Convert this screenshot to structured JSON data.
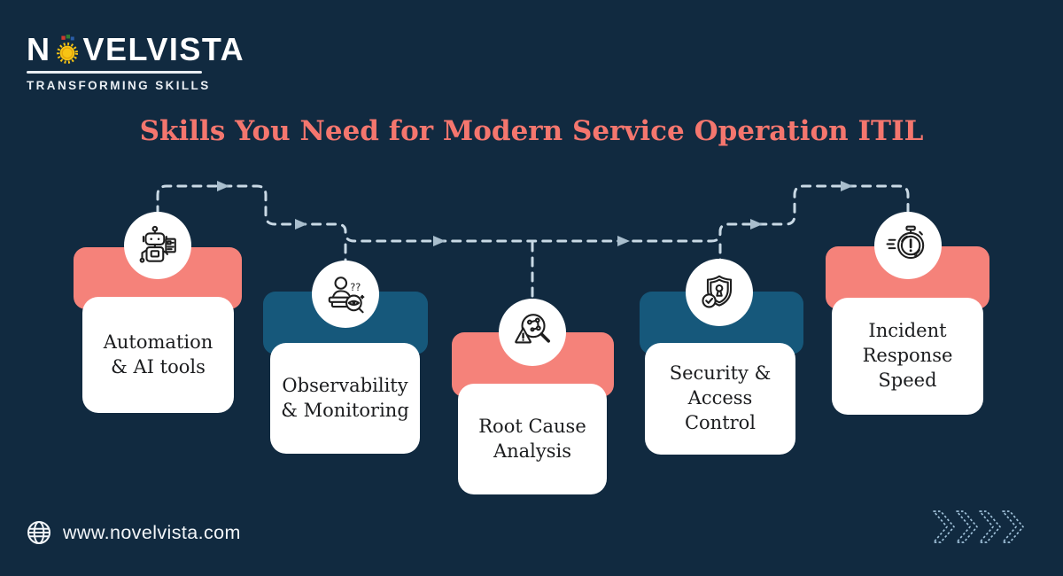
{
  "colors": {
    "background": "#112A40",
    "salmon": "#F5827A",
    "teal": "#16587B",
    "title_text": "#F4766E",
    "card_text": "#1B1C1E",
    "connector_dash": "#C9D9E5",
    "connector_arrow": "#A9BECD",
    "logo_sun_yellow": "#F7C414",
    "footer_text": "#F3F6F9",
    "chevron_outline": "#9FC0D8"
  },
  "logo": {
    "name_prefix": "N",
    "name_suffix": "VELVISTA",
    "sun_icon": "logo-sun-icon",
    "tagline": "TRANSFORMING SKILLS"
  },
  "title": "Skills You Need for Modern Service Operation ITIL",
  "cards": [
    {
      "label": "Automation & AI tools",
      "lines": [
        "Automation",
        "& AI tools"
      ],
      "accent": "salmon",
      "icon": "robot-ai-icon"
    },
    {
      "label": "Observability & Monitoring",
      "lines": [
        "Observability",
        "& Monitoring"
      ],
      "accent": "teal",
      "icon": "observability-magnifier-icon",
      "icon_marks": "??"
    },
    {
      "label": "Root Cause Analysis",
      "lines": [
        "Root Cause",
        "Analysis"
      ],
      "accent": "salmon",
      "icon": "root-cause-magnifier-warning-icon"
    },
    {
      "label": "Security & Access Control",
      "lines": [
        "Security &",
        "Access",
        "Control"
      ],
      "accent": "teal",
      "icon": "shield-lock-check-icon"
    },
    {
      "label": "Incident Response Speed",
      "lines": [
        "Incident",
        "Response",
        "Speed"
      ],
      "accent": "salmon",
      "icon": "stopwatch-alert-icon"
    }
  ],
  "footer": {
    "website": "www.novelvista.com",
    "globe_icon": "globe-icon",
    "chevron_count": 4
  }
}
